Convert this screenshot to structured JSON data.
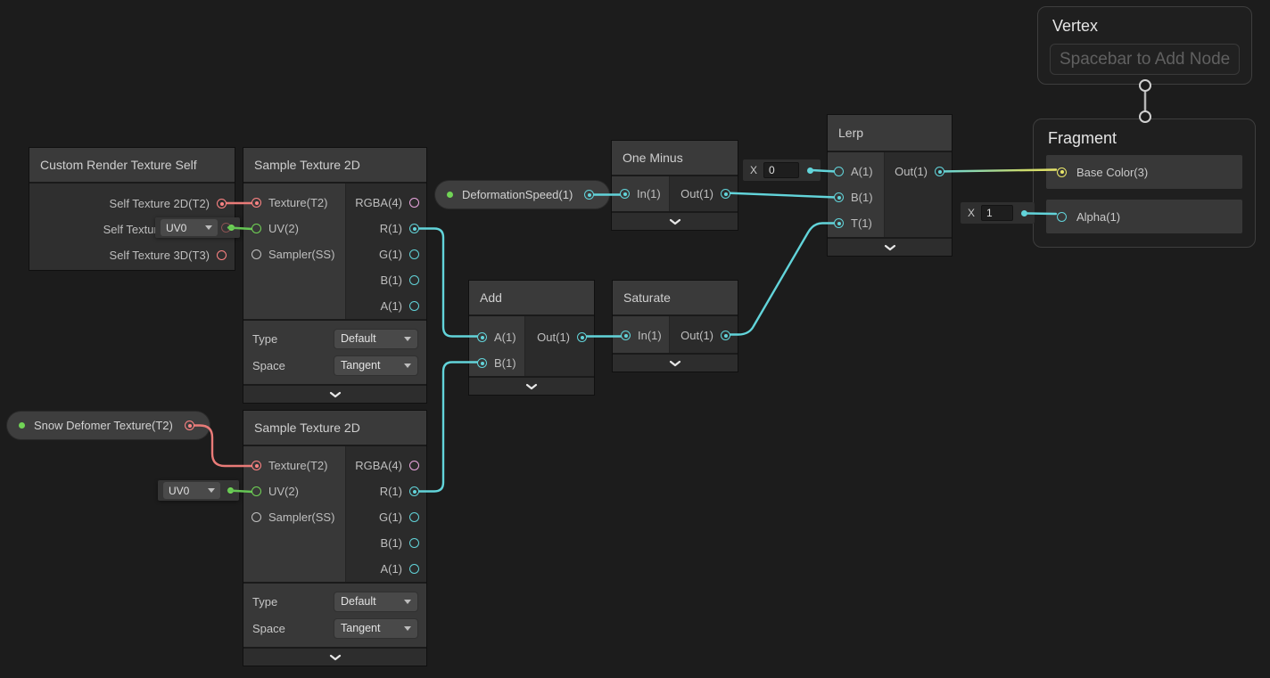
{
  "colors": {
    "background": "#1C1C1C",
    "node_title_bg": "#3A3A3A",
    "node_input_bg": "#383838",
    "node_output_bg": "#2B2B2B",
    "wire_cyan": "#62D4DA",
    "wire_green": "#65C654",
    "wire_red": "#E97B78",
    "wire_gradient_end": "#E9E66A",
    "port_red": "#FF8484",
    "port_green": "#71D456",
    "port_cyan": "#62D4DA",
    "port_pink": "#EBA6DF",
    "port_yellow": "#E9E66A",
    "port_gray": "#C2C2C2"
  },
  "nodes": {
    "custom_render_texture": {
      "title": "Custom Render Texture Self",
      "outputs": [
        "Self Texture 2D(T2)",
        "Self Texture",
        "Self Texture 3D(T3)"
      ]
    },
    "sample_texture_a": {
      "title": "Sample Texture 2D",
      "inputs": [
        "Texture(T2)",
        "UV(2)",
        "Sampler(SS)"
      ],
      "outputs": [
        "RGBA(4)",
        "R(1)",
        "G(1)",
        "B(1)",
        "A(1)"
      ],
      "controls": [
        {
          "label": "Type",
          "value": "Default"
        },
        {
          "label": "Space",
          "value": "Tangent"
        }
      ]
    },
    "sample_texture_b": {
      "title": "Sample Texture 2D",
      "inputs": [
        "Texture(T2)",
        "UV(2)",
        "Sampler(SS)"
      ],
      "outputs": [
        "RGBA(4)",
        "R(1)",
        "G(1)",
        "B(1)",
        "A(1)"
      ],
      "controls": [
        {
          "label": "Type",
          "value": "Default"
        },
        {
          "label": "Space",
          "value": "Tangent"
        }
      ]
    },
    "one_minus": {
      "title": "One Minus",
      "inputs": [
        "In(1)"
      ],
      "outputs": [
        "Out(1)"
      ]
    },
    "add": {
      "title": "Add",
      "inputs": [
        "A(1)",
        "B(1)"
      ],
      "outputs": [
        "Out(1)"
      ]
    },
    "saturate": {
      "title": "Saturate",
      "inputs": [
        "In(1)"
      ],
      "outputs": [
        "Out(1)"
      ]
    },
    "lerp": {
      "title": "Lerp",
      "inputs": [
        "A(1)",
        "B(1)",
        "T(1)"
      ],
      "outputs": [
        "Out(1)"
      ]
    },
    "vertex": {
      "title": "Vertex",
      "placeholder": "Spacebar to Add Node"
    },
    "fragment": {
      "title": "Fragment",
      "inputs": [
        "Base Color(3)",
        "Alpha(1)"
      ]
    }
  },
  "properties": {
    "snow_deformer": {
      "label": "Snow Defomer Texture(T2)"
    },
    "deformation_speed": {
      "label": "DeformationSpeed(1)"
    }
  },
  "inline": {
    "uv_a": {
      "value": "UV0"
    },
    "uv_b": {
      "value": "UV0"
    },
    "lerp_a": {
      "label": "X",
      "value": "0"
    },
    "alpha": {
      "label": "X",
      "value": "1"
    }
  }
}
